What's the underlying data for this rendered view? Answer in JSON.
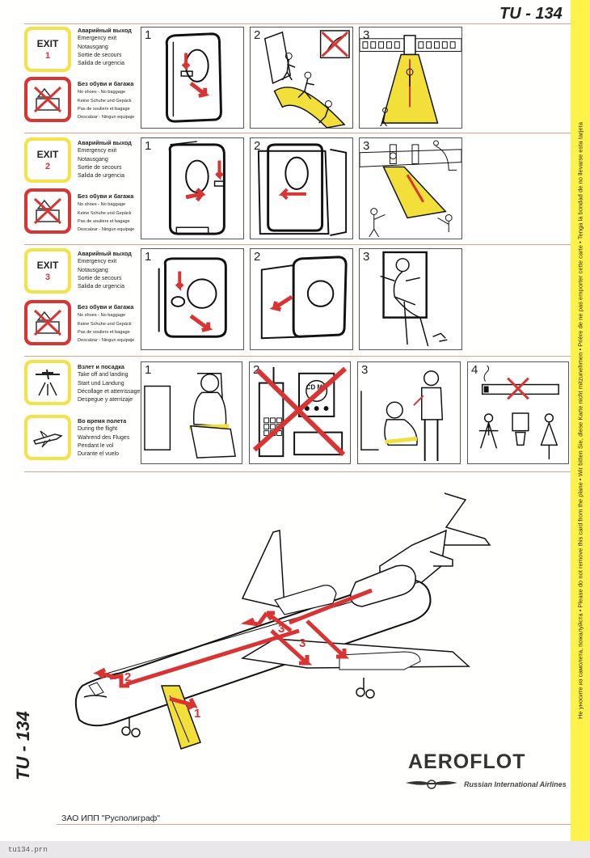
{
  "card": {
    "model_title": "TU - 134",
    "side_title": "TU - 134",
    "brand": "AEROFLOT",
    "brand_subtitle": "Russian International Airlines",
    "printer": "ЗАО ИПП \"Русполиграф\"",
    "file_label": "tu134.prn",
    "side_strip": "Не уносите из самолета, пожалуйста  •  Please do not remove this card from the plane  •  Wir bitten Sie, diese Karte nicht mitzunehmen  •  Prière de ne pas emporter cette carte  •  Tenga la bondad de no llevarse esta tarjeta"
  },
  "rows": [
    {
      "exit_word": "EXIT",
      "exit_number": "1",
      "exit_text": [
        "Аварийный выход",
        "Emergency exit",
        "Notausgang",
        "Sortie de secours",
        "Salida de urgencia"
      ],
      "baggage_text": [
        "Без обуви и багажа",
        "No shoes - No baggage",
        "Keine Schuhe und Gepäck",
        "Pas de souliers et bagage",
        "Descalzar - Ningun equipaje"
      ],
      "panels": [
        "1",
        "2",
        "3"
      ]
    },
    {
      "exit_word": "EXIT",
      "exit_number": "2",
      "exit_text": [
        "Аварийный выход",
        "Emergency exit",
        "Notausgang",
        "Sortie de secours",
        "Salida de urgencia"
      ],
      "baggage_text": [
        "Без обуви и багажа",
        "No shoes - No baggage",
        "Keine Schuhe und Gepäck",
        "Pas de souliers et bagage",
        "Descalzar - Ningun equipaje"
      ],
      "panels": [
        "1",
        "2",
        "3"
      ]
    },
    {
      "exit_word": "EXIT",
      "exit_number": "3",
      "exit_text": [
        "Аварийный выход",
        "Emergency exit",
        "Notausgang",
        "Sortie de secours",
        "Salida de urgencia"
      ],
      "baggage_text": [
        "Без обуви и багажа",
        "No shoes - No baggage",
        "Keine Schuhe und Gepäck",
        "Pas de souliers et bagage",
        "Descalzar - Ningun equipaje"
      ],
      "panels": [
        "1",
        "2",
        "3"
      ]
    }
  ],
  "seatbelt": {
    "takeoff_text": [
      "Взлет и посадка",
      "Take off and landing",
      "Start und Landung",
      "Décollage et atterrissage",
      "Despegue y aterrizaje"
    ],
    "flight_text": [
      "Во время полета",
      "During the flight",
      "Wahrend des Fluges",
      "Pendant le vol",
      "Durante el vuelo"
    ],
    "panels": [
      "1",
      "2",
      "3",
      "4"
    ],
    "device_label": "CD MD"
  },
  "plane": {
    "exit_labels": [
      "1",
      "2",
      "3",
      "3"
    ]
  },
  "colors": {
    "accent_red": "#d83434",
    "badge_yellow": "#f4e24a",
    "slide_yellow": "#f2df3a",
    "strip_yellow": "#fff24a",
    "rule_orange": "#e9a089"
  }
}
